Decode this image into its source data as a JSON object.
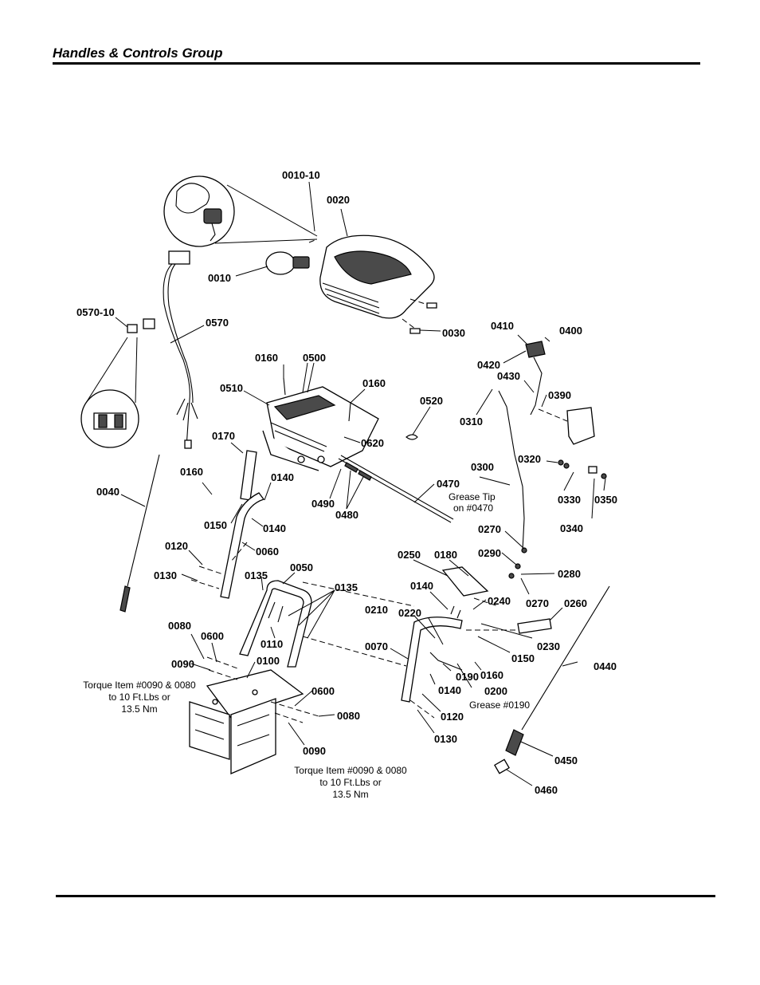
{
  "header": {
    "title": "Handles & Controls Group"
  },
  "diagram": {
    "labels": {
      "p0010_10": "0010-10",
      "p0020": "0020",
      "p0010": "0010",
      "p0570_10": "0570-10",
      "p0570": "0570",
      "p0030": "0030",
      "p0410": "0410",
      "p0400": "0400",
      "p0420": "0420",
      "p0430": "0430",
      "p0390": "0390",
      "p0160a": "0160",
      "p0500": "0500",
      "p0510": "0510",
      "p0160b": "0160",
      "p0520": "0520",
      "p0310": "0310",
      "p0620": "0620",
      "p0170": "0170",
      "p0300": "0300",
      "p0320": "0320",
      "p0040": "0040",
      "p0160c": "0160",
      "p0140a": "0140",
      "p0470": "0470",
      "p0330": "0330",
      "p0350": "0350",
      "p0490": "0490",
      "p0480": "0480",
      "p0150a": "0150",
      "p0140b": "0140",
      "p0340": "0340",
      "p0270a": "0270",
      "p0060": "0060",
      "p0120a": "0120",
      "p0250": "0250",
      "p0180": "0180",
      "p0290": "0290",
      "p0050": "0050",
      "p0280": "0280",
      "p0130a": "0130",
      "p0135a": "0135",
      "p0135b": "0135",
      "p0140c": "0140",
      "p0240": "0240",
      "p0270b": "0270",
      "p0260": "0260",
      "p0210": "0210",
      "p0220": "0220",
      "p0080a": "0080",
      "p0600a": "0600",
      "p0110": "0110",
      "p0070": "0070",
      "p0230": "0230",
      "p0150b": "0150",
      "p0440": "0440",
      "p0090a": "0090",
      "p0100": "0100",
      "p0160d": "0160",
      "p0190": "0190",
      "p0140d": "0140",
      "p0200": "0200",
      "p0600b": "0600",
      "p0080b": "0080",
      "p0120b": "0120",
      "p0130b": "0130",
      "p0090b": "0090",
      "p0450": "0450",
      "p0460": "0460"
    },
    "notes": {
      "grease_tip": [
        "Grease Tip",
        "on #0470"
      ],
      "grease_0190": "Grease #0190",
      "torque_left": [
        "Torque Item #0090 & 0080",
        "to 10 Ft.Lbs or",
        "13.5 Nm"
      ],
      "torque_bottom": [
        "Torque Item #0090 & 0080",
        "to 10 Ft.Lbs or",
        "13.5 Nm"
      ]
    }
  }
}
